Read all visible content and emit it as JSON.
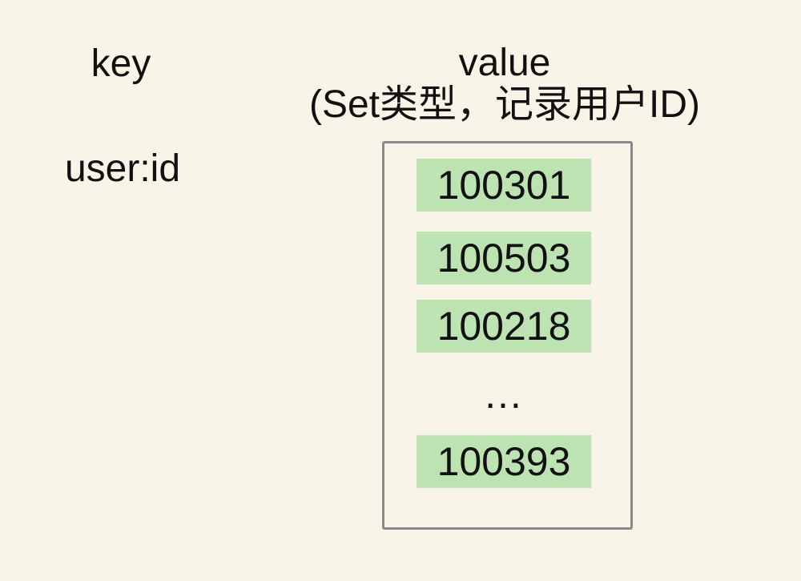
{
  "css_vars": {
    "--bg": "#f8f5e8",
    "--text": "#111111",
    "--green": "#bde3b3",
    "--border": "#8a8a8a"
  },
  "diagram": {
    "background": "#f8f5e8",
    "text_color": "#111111",
    "key_header": "key",
    "value_header": "value",
    "value_subtitle": "(Set类型，记录用户ID)",
    "key_name": "user:id",
    "set_box": {
      "border_color": "#8a8a8a",
      "member_fill": "#bde3b3",
      "members": [
        "100301",
        "100503",
        "100218",
        "100393"
      ],
      "ellipsis": "…"
    }
  }
}
